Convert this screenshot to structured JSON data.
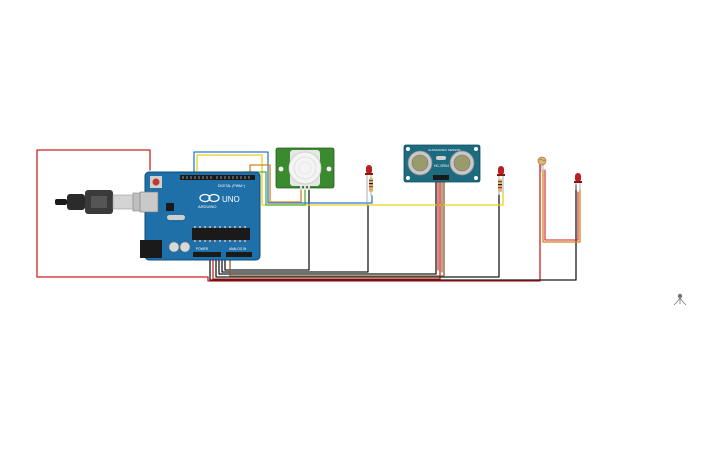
{
  "arduino": {
    "logo_text": "UNO",
    "brand_text": "ARDUINO",
    "digital_label": "DIGITAL (PWM~)",
    "power_label": "POWER",
    "analog_label": "ANALOG IN"
  },
  "ultrasonic": {
    "model_text": "HC-SR04",
    "subtitle_text": "ULTRASONIC SENSOR"
  },
  "colors": {
    "board_blue": "#1f6fa8",
    "pir_green": "#3a8a2f",
    "sonar_teal": "#1c6b7f",
    "wire_red": "#cc2222",
    "wire_black": "#1a1a1a",
    "wire_yellow": "#e6d21a",
    "wire_green": "#4caf3a",
    "wire_blue": "#2a7bd4",
    "wire_orange": "#d9811a",
    "wire_brown": "#8a5a2b",
    "led_red": "#b81f1f"
  },
  "icons": [
    "usb-cable-icon",
    "tinkercad-logo-icon"
  ]
}
